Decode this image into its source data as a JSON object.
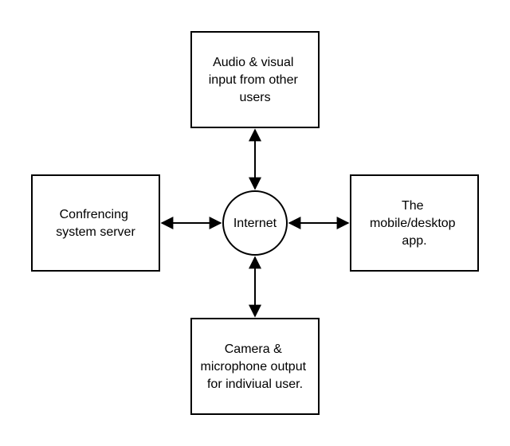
{
  "diagram": {
    "center": {
      "label": "Internet"
    },
    "nodes": {
      "top": {
        "lines": [
          "Audio & visual",
          "input from other",
          "users"
        ]
      },
      "left": {
        "lines": [
          "Confrencing",
          "system server"
        ]
      },
      "right": {
        "lines": [
          "The",
          "mobile/desktop",
          "app."
        ]
      },
      "bottom": {
        "lines": [
          "Camera &",
          "microphone output",
          "for indiviual user."
        ]
      }
    },
    "edges": [
      {
        "from": "center",
        "to": "top",
        "style": "bidirectional"
      },
      {
        "from": "center",
        "to": "left",
        "style": "bidirectional"
      },
      {
        "from": "center",
        "to": "right",
        "style": "bidirectional"
      },
      {
        "from": "center",
        "to": "bottom",
        "style": "bidirectional"
      }
    ],
    "colors": {
      "stroke": "#000000",
      "fill": "#ffffff",
      "text": "#000000"
    }
  }
}
